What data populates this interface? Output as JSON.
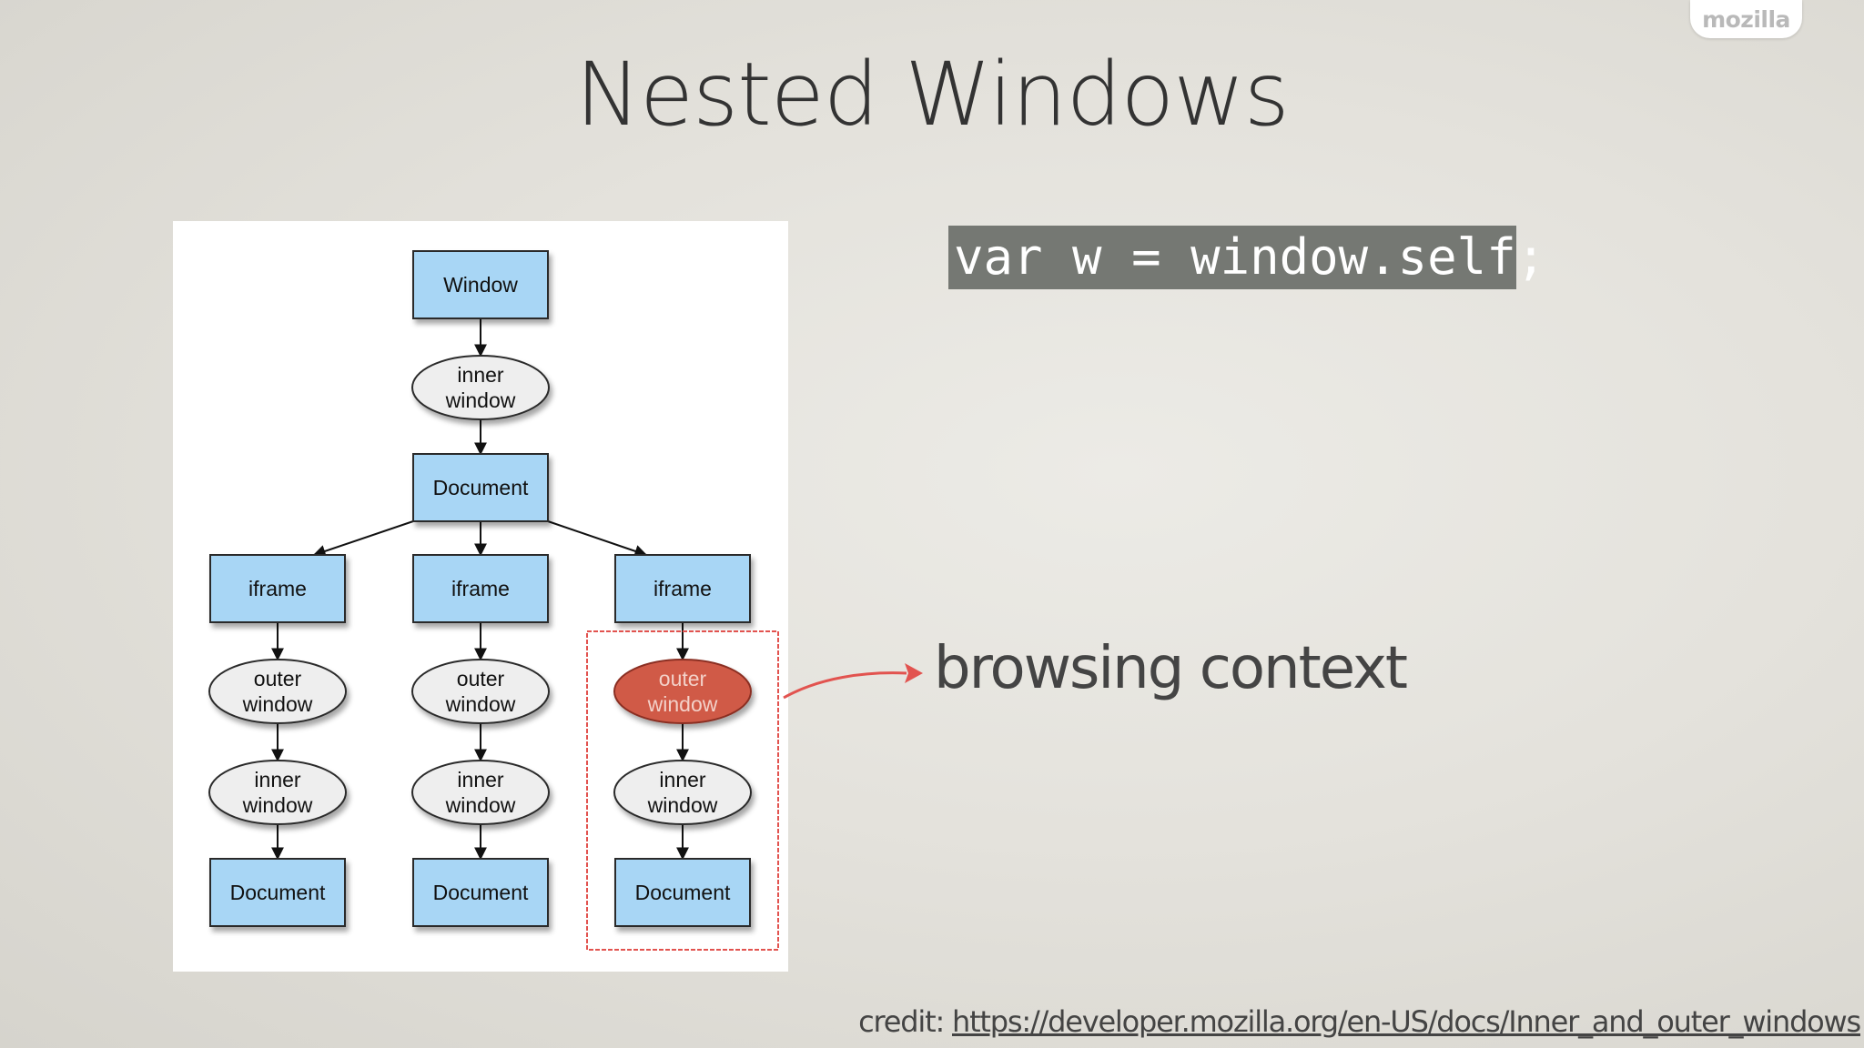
{
  "brand": "mozilla",
  "slide": {
    "title": "Nested Windows"
  },
  "code": "var w = window.self;",
  "annotation": {
    "label": "browsing context",
    "color": "#e2534f"
  },
  "credit": {
    "prefix": "credit: ",
    "link_text": "https://developer.mozilla.org/en-US/docs/Inner_and_outer_windows"
  },
  "diagram": {
    "colors": {
      "box_fill": "#a8d6f5",
      "ellipse_fill": "#eeeeee",
      "highlight_fill": "#d05a47",
      "highlight_text": "#f3d1c9",
      "highlight_border": "#e2534f"
    },
    "root": {
      "window": "Window",
      "inner": [
        "inner",
        "window"
      ],
      "document": "Document"
    },
    "columns": [
      {
        "iframe": "iframe",
        "outer": [
          "outer",
          "window"
        ],
        "inner": [
          "inner",
          "window"
        ],
        "document": "Document",
        "highlighted": false
      },
      {
        "iframe": "iframe",
        "outer": [
          "outer",
          "window"
        ],
        "inner": [
          "inner",
          "window"
        ],
        "document": "Document",
        "highlighted": false
      },
      {
        "iframe": "iframe",
        "outer": [
          "outer",
          "window"
        ],
        "inner": [
          "inner",
          "window"
        ],
        "document": "Document",
        "highlighted": true
      }
    ]
  }
}
